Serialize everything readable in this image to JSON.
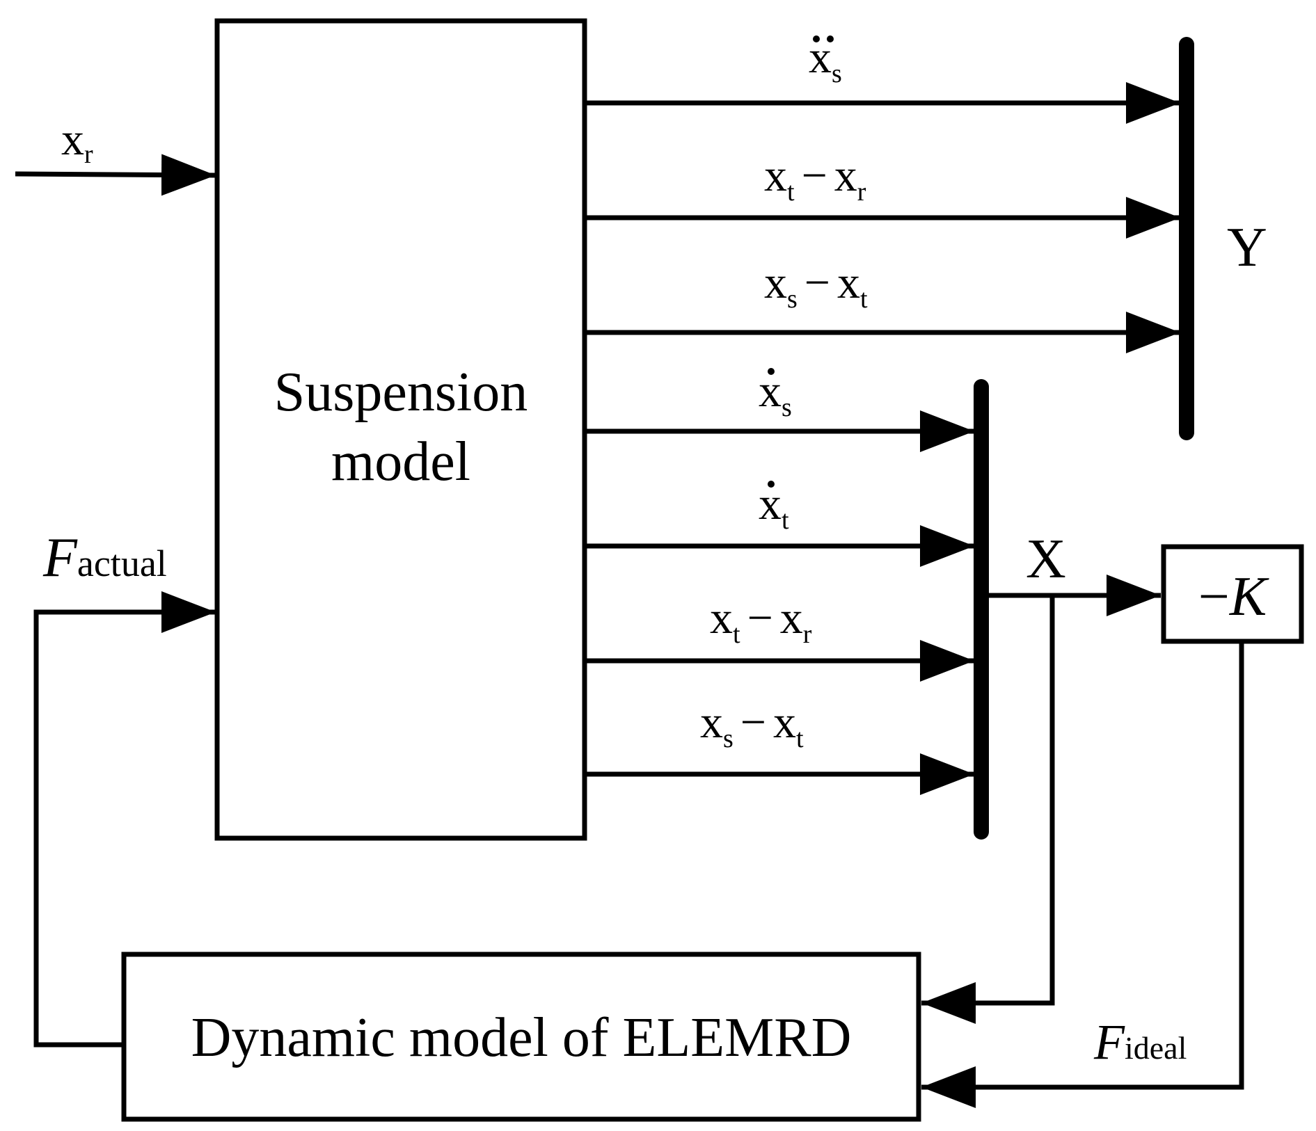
{
  "blocks": {
    "suspension": {
      "line1": "Suspension",
      "line2": "model"
    },
    "gain": {
      "prefix": "−",
      "symbol": "K"
    },
    "elemrd": {
      "label": "Dynamic model of ELEMRD"
    }
  },
  "inputs": {
    "road": {
      "base": "x",
      "sub": "r"
    },
    "f_actual": {
      "base": "F",
      "sub": "actual"
    },
    "f_ideal": {
      "base": "F",
      "sub": "ideal"
    }
  },
  "bus_y": {
    "label": "Y",
    "signals": [
      {
        "base": "x",
        "sub": "s",
        "dots": "double"
      },
      {
        "base": "x",
        "sub": "t",
        "op": "−",
        "base2": "x",
        "sub2": "r"
      },
      {
        "base": "x",
        "sub": "s",
        "op": "−",
        "base2": "x",
        "sub2": "t"
      }
    ]
  },
  "bus_x": {
    "label": "X",
    "signals": [
      {
        "base": "x",
        "sub": "s",
        "dots": "single"
      },
      {
        "base": "x",
        "sub": "t",
        "dots": "single"
      },
      {
        "base": "x",
        "sub": "t",
        "op": "−",
        "base2": "x",
        "sub2": "r"
      },
      {
        "base": "x",
        "sub": "s",
        "op": "−",
        "base2": "x",
        "sub2": "t"
      }
    ]
  }
}
